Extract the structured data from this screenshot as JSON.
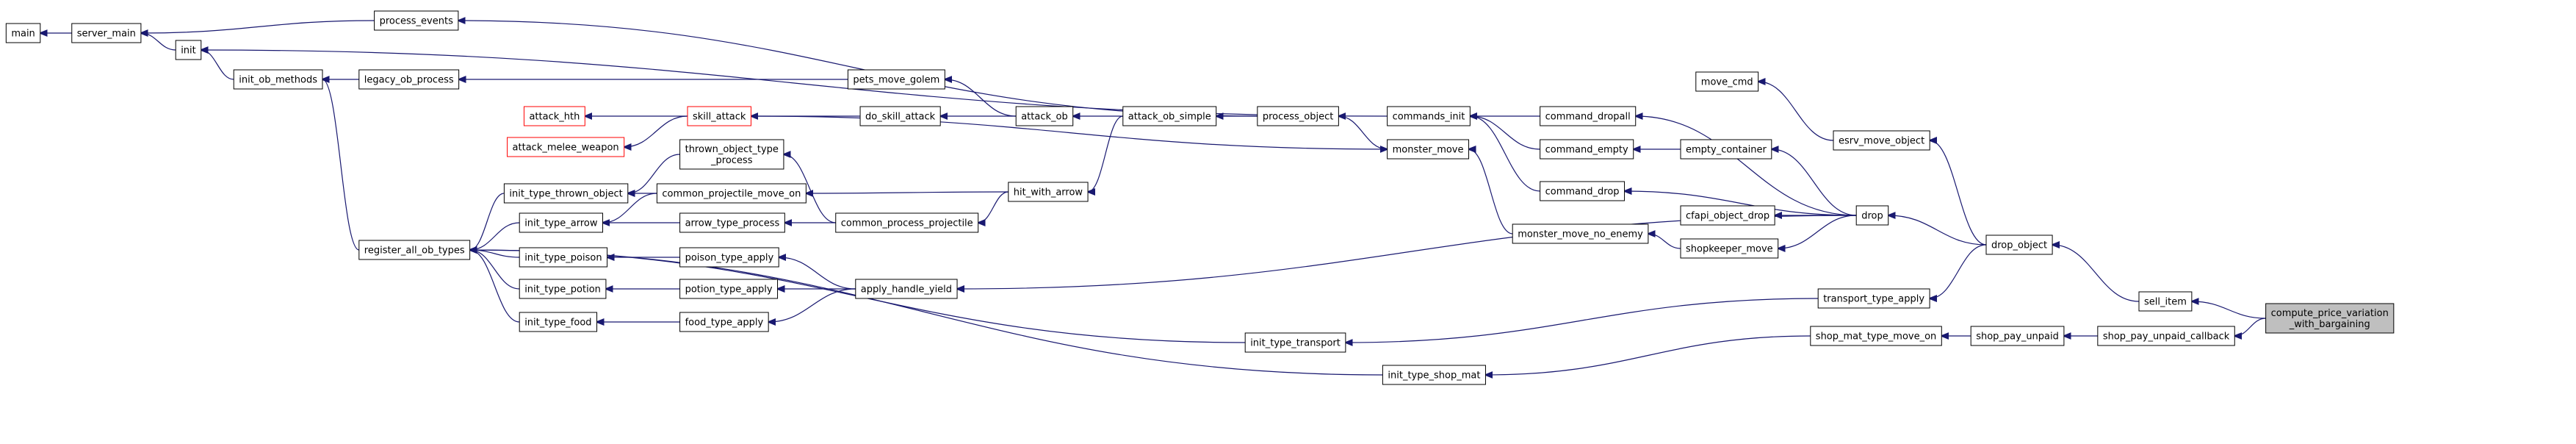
{
  "graph": {
    "edge_color": "#191970",
    "node_fill": "#ffffff",
    "focus_fill": "#bfbfbf",
    "missing_doc_border": "#ff0000",
    "nodes": [
      {
        "id": "main",
        "lines": [
          "main"
        ]
      },
      {
        "id": "server_main",
        "lines": [
          "server_main"
        ]
      },
      {
        "id": "init",
        "lines": [
          "init"
        ]
      },
      {
        "id": "process_events",
        "lines": [
          "process_events"
        ]
      },
      {
        "id": "init_ob_methods",
        "lines": [
          "init_ob_methods"
        ]
      },
      {
        "id": "legacy_ob_process",
        "lines": [
          "legacy_ob_process"
        ]
      },
      {
        "id": "pets_move_golem",
        "lines": [
          "pets_move_golem"
        ]
      },
      {
        "id": "register_all_ob_types",
        "lines": [
          "register_all_ob_types"
        ]
      },
      {
        "id": "attack_hth",
        "lines": [
          "attack_hth"
        ],
        "style": "red"
      },
      {
        "id": "attack_melee_weapon",
        "lines": [
          "attack_melee_weapon"
        ],
        "style": "red"
      },
      {
        "id": "skill_attack",
        "lines": [
          "skill_attack"
        ],
        "style": "red"
      },
      {
        "id": "do_skill_attack",
        "lines": [
          "do_skill_attack"
        ]
      },
      {
        "id": "attack_ob",
        "lines": [
          "attack_ob"
        ]
      },
      {
        "id": "attack_ob_simple",
        "lines": [
          "attack_ob_simple"
        ]
      },
      {
        "id": "process_object",
        "lines": [
          "process_object"
        ]
      },
      {
        "id": "thrown_object_type_process",
        "lines": [
          "thrown_object_type",
          "_process"
        ]
      },
      {
        "id": "init_type_thrown_object",
        "lines": [
          "init_type_thrown_object"
        ]
      },
      {
        "id": "common_projectile_move_on",
        "lines": [
          "common_projectile_move_on"
        ]
      },
      {
        "id": "hit_with_arrow",
        "lines": [
          "hit_with_arrow"
        ]
      },
      {
        "id": "init_type_arrow",
        "lines": [
          "init_type_arrow"
        ]
      },
      {
        "id": "arrow_type_process",
        "lines": [
          "arrow_type_process"
        ]
      },
      {
        "id": "common_process_projectile",
        "lines": [
          "common_process_projectile"
        ]
      },
      {
        "id": "init_type_poison",
        "lines": [
          "init_type_poison"
        ]
      },
      {
        "id": "poison_type_apply",
        "lines": [
          "poison_type_apply"
        ]
      },
      {
        "id": "init_type_potion",
        "lines": [
          "init_type_potion"
        ]
      },
      {
        "id": "potion_type_apply",
        "lines": [
          "potion_type_apply"
        ]
      },
      {
        "id": "apply_handle_yield",
        "lines": [
          "apply_handle_yield"
        ]
      },
      {
        "id": "init_type_food",
        "lines": [
          "init_type_food"
        ]
      },
      {
        "id": "food_type_apply",
        "lines": [
          "food_type_apply"
        ]
      },
      {
        "id": "init_type_transport",
        "lines": [
          "init_type_transport"
        ]
      },
      {
        "id": "init_type_shop_mat",
        "lines": [
          "init_type_shop_mat"
        ]
      },
      {
        "id": "commands_init",
        "lines": [
          "commands_init"
        ]
      },
      {
        "id": "monster_move",
        "lines": [
          "monster_move"
        ]
      },
      {
        "id": "monster_move_no_enemy",
        "lines": [
          "monster_move_no_enemy"
        ]
      },
      {
        "id": "command_dropall",
        "lines": [
          "command_dropall"
        ]
      },
      {
        "id": "command_empty",
        "lines": [
          "command_empty"
        ]
      },
      {
        "id": "command_drop",
        "lines": [
          "command_drop"
        ]
      },
      {
        "id": "empty_container",
        "lines": [
          "empty_container"
        ]
      },
      {
        "id": "cfapi_object_drop",
        "lines": [
          "cfapi_object_drop"
        ]
      },
      {
        "id": "shopkeeper_move",
        "lines": [
          "shopkeeper_move"
        ]
      },
      {
        "id": "move_cmd",
        "lines": [
          "move_cmd"
        ]
      },
      {
        "id": "esrv_move_object",
        "lines": [
          "esrv_move_object"
        ]
      },
      {
        "id": "drop",
        "lines": [
          "drop"
        ]
      },
      {
        "id": "drop_object",
        "lines": [
          "drop_object"
        ]
      },
      {
        "id": "transport_type_apply",
        "lines": [
          "transport_type_apply"
        ]
      },
      {
        "id": "shop_mat_type_move_on",
        "lines": [
          "shop_mat_type_move_on"
        ]
      },
      {
        "id": "shop_pay_unpaid",
        "lines": [
          "shop_pay_unpaid"
        ]
      },
      {
        "id": "shop_pay_unpaid_callback",
        "lines": [
          "shop_pay_unpaid_callback"
        ]
      },
      {
        "id": "sell_item",
        "lines": [
          "sell_item"
        ]
      },
      {
        "id": "compute_price_variation_with_bargaining",
        "lines": [
          "compute_price_variation",
          "_with_bargaining"
        ],
        "style": "focus"
      }
    ],
    "edges": [
      {
        "from": "main",
        "to": "server_main"
      },
      {
        "from": "server_main",
        "to": "process_events"
      },
      {
        "from": "server_main",
        "to": "init"
      },
      {
        "from": "init",
        "to": "init_ob_methods"
      },
      {
        "from": "init",
        "to": "commands_init"
      },
      {
        "from": "init_ob_methods",
        "to": "legacy_ob_process"
      },
      {
        "from": "init_ob_methods",
        "to": "register_all_ob_types"
      },
      {
        "from": "legacy_ob_process",
        "to": "pets_move_golem"
      },
      {
        "from": "process_events",
        "to": "process_object"
      },
      {
        "from": "pets_move_golem",
        "to": "attack_ob"
      },
      {
        "from": "attack_hth",
        "to": "skill_attack"
      },
      {
        "from": "attack_melee_weapon",
        "to": "skill_attack"
      },
      {
        "from": "skill_attack",
        "to": "do_skill_attack"
      },
      {
        "from": "do_skill_attack",
        "to": "attack_ob"
      },
      {
        "from": "attack_ob",
        "to": "attack_ob_simple"
      },
      {
        "from": "attack_ob_simple",
        "to": "process_object"
      },
      {
        "from": "process_object",
        "to": "monster_move"
      },
      {
        "from": "monster_move",
        "to": "skill_attack"
      },
      {
        "from": "monster_move",
        "to": "monster_move_no_enemy"
      },
      {
        "from": "register_all_ob_types",
        "to": "init_type_thrown_object"
      },
      {
        "from": "register_all_ob_types",
        "to": "init_type_arrow"
      },
      {
        "from": "register_all_ob_types",
        "to": "init_type_poison"
      },
      {
        "from": "register_all_ob_types",
        "to": "init_type_potion"
      },
      {
        "from": "register_all_ob_types",
        "to": "init_type_food"
      },
      {
        "from": "register_all_ob_types",
        "to": "init_type_transport"
      },
      {
        "from": "register_all_ob_types",
        "to": "init_type_shop_mat"
      },
      {
        "from": "init_type_thrown_object",
        "to": "thrown_object_type_process"
      },
      {
        "from": "init_type_thrown_object",
        "to": "common_projectile_move_on"
      },
      {
        "from": "init_type_arrow",
        "to": "common_projectile_move_on"
      },
      {
        "from": "init_type_arrow",
        "to": "arrow_type_process"
      },
      {
        "from": "thrown_object_type_process",
        "to": "common_process_projectile"
      },
      {
        "from": "arrow_type_process",
        "to": "common_process_projectile"
      },
      {
        "from": "common_process_projectile",
        "to": "hit_with_arrow"
      },
      {
        "from": "common_projectile_move_on",
        "to": "hit_with_arrow"
      },
      {
        "from": "hit_with_arrow",
        "to": "attack_ob_simple"
      },
      {
        "from": "init_type_poison",
        "to": "poison_type_apply"
      },
      {
        "from": "init_type_potion",
        "to": "potion_type_apply"
      },
      {
        "from": "init_type_food",
        "to": "food_type_apply"
      },
      {
        "from": "poison_type_apply",
        "to": "apply_handle_yield"
      },
      {
        "from": "potion_type_apply",
        "to": "apply_handle_yield"
      },
      {
        "from": "food_type_apply",
        "to": "apply_handle_yield"
      },
      {
        "from": "apply_handle_yield",
        "to": "drop"
      },
      {
        "from": "init_type_transport",
        "to": "transport_type_apply"
      },
      {
        "from": "init_type_shop_mat",
        "to": "shop_mat_type_move_on"
      },
      {
        "from": "commands_init",
        "to": "command_dropall"
      },
      {
        "from": "commands_init",
        "to": "command_empty"
      },
      {
        "from": "commands_init",
        "to": "command_drop"
      },
      {
        "from": "command_dropall",
        "to": "drop"
      },
      {
        "from": "command_empty",
        "to": "empty_container"
      },
      {
        "from": "empty_container",
        "to": "drop"
      },
      {
        "from": "command_drop",
        "to": "drop"
      },
      {
        "from": "cfapi_object_drop",
        "to": "drop"
      },
      {
        "from": "monster_move_no_enemy",
        "to": "shopkeeper_move"
      },
      {
        "from": "shopkeeper_move",
        "to": "drop"
      },
      {
        "from": "move_cmd",
        "to": "esrv_move_object"
      },
      {
        "from": "esrv_move_object",
        "to": "drop_object"
      },
      {
        "from": "drop",
        "to": "drop_object"
      },
      {
        "from": "transport_type_apply",
        "to": "drop_object"
      },
      {
        "from": "drop_object",
        "to": "sell_item"
      },
      {
        "from": "sell_item",
        "to": "compute_price_variation_with_bargaining"
      },
      {
        "from": "shop_mat_type_move_on",
        "to": "shop_pay_unpaid"
      },
      {
        "from": "shop_pay_unpaid",
        "to": "shop_pay_unpaid_callback"
      },
      {
        "from": "shop_pay_unpaid_callback",
        "to": "compute_price_variation_with_bargaining"
      }
    ]
  }
}
